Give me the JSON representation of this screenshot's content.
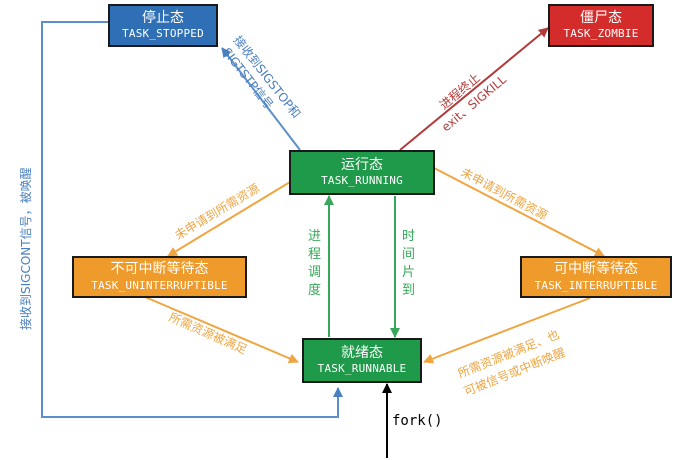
{
  "states": {
    "stopped": {
      "cn": "停止态",
      "en": "TASK_STOPPED"
    },
    "zombie": {
      "cn": "僵尸态",
      "en": "TASK_ZOMBIE"
    },
    "running": {
      "cn": "运行态",
      "en": "TASK_RUNNING"
    },
    "uninterruptible": {
      "cn": "不可中断等待态",
      "en": "TASK_UNINTERRUPTIBLE"
    },
    "interruptible": {
      "cn": "可中断等待态",
      "en": "TASK_INTERRUPTIBLE"
    },
    "runnable": {
      "cn": "就绪态",
      "en": "TASK_RUNNABLE"
    }
  },
  "labels": {
    "sigstop_line1": "接收到SIGSTOP和",
    "sigstop_line2": "SIGTSTP信号",
    "exit_line1": "进程终止",
    "exit_line2": "exit、SIGKILL",
    "sigcont": "接收到SIGCONT信号，被唤醒",
    "wait_left": "未申请到所需资源",
    "wait_right": "未申请到所需资源",
    "schedule": "进程调度",
    "timeslice": "时间片到",
    "resource_ok_left": "所需资源被满足",
    "resource_ok_right_line1": "所需资源被满足、也",
    "resource_ok_right_line2": "可被信号或中断唤醒",
    "fork": "fork()"
  },
  "colors": {
    "stopped": "#2e6fb5",
    "zombie": "#d42b2b",
    "running": "#1f9a4a",
    "waiting": "#ee9b2b",
    "runnable": "#1f9a4a",
    "blue_edge": "#5b8fcb",
    "red_edge": "#b23a3a",
    "green_edge": "#37a85a",
    "orange_edge": "#f0a540",
    "black_edge": "#000000"
  }
}
